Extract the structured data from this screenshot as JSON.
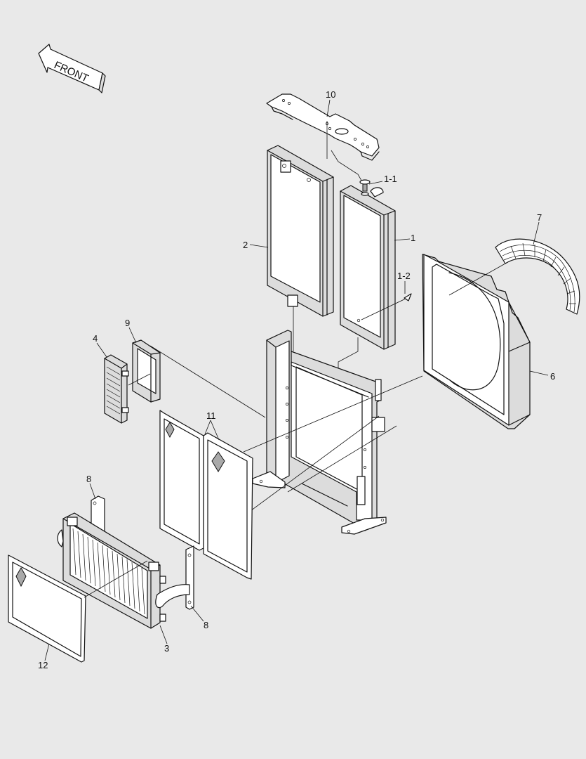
{
  "front_arrow": {
    "text": "FRONT"
  },
  "parts": [
    {
      "id": "p10",
      "label": "10"
    },
    {
      "id": "p2",
      "label": "2"
    },
    {
      "id": "p1-1",
      "label": "1-1"
    },
    {
      "id": "p1",
      "label": "1"
    },
    {
      "id": "p1-2",
      "label": "1-2"
    },
    {
      "id": "p7",
      "label": "7"
    },
    {
      "id": "p6",
      "label": "6"
    },
    {
      "id": "p9",
      "label": "9"
    },
    {
      "id": "p4",
      "label": "4"
    },
    {
      "id": "p11",
      "label": "11"
    },
    {
      "id": "p8a",
      "label": "8"
    },
    {
      "id": "p8b",
      "label": "8"
    },
    {
      "id": "p3",
      "label": "3"
    },
    {
      "id": "p12",
      "label": "12"
    }
  ]
}
